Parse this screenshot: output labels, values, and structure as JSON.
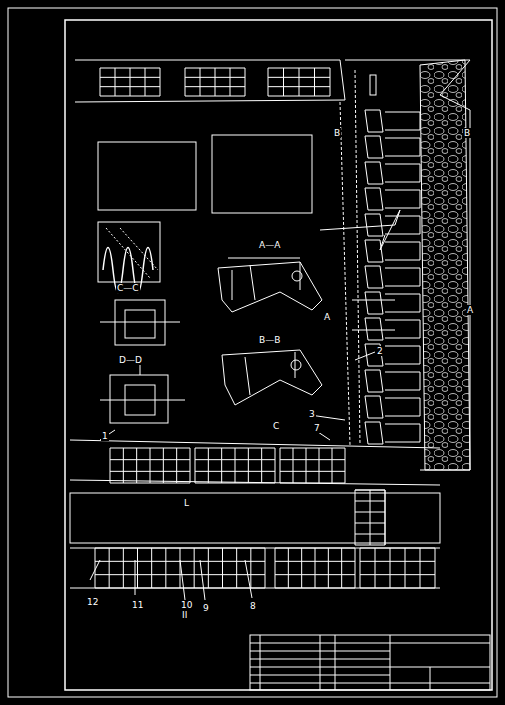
{
  "diagram": {
    "labels": [
      "B",
      "B",
      "A",
      "A—A",
      "A",
      "B—B",
      "C—C",
      "D—D",
      "C",
      "7",
      "3",
      "2",
      "1",
      "L",
      "12",
      "11",
      "10",
      "II",
      "9",
      "8"
    ]
  }
}
